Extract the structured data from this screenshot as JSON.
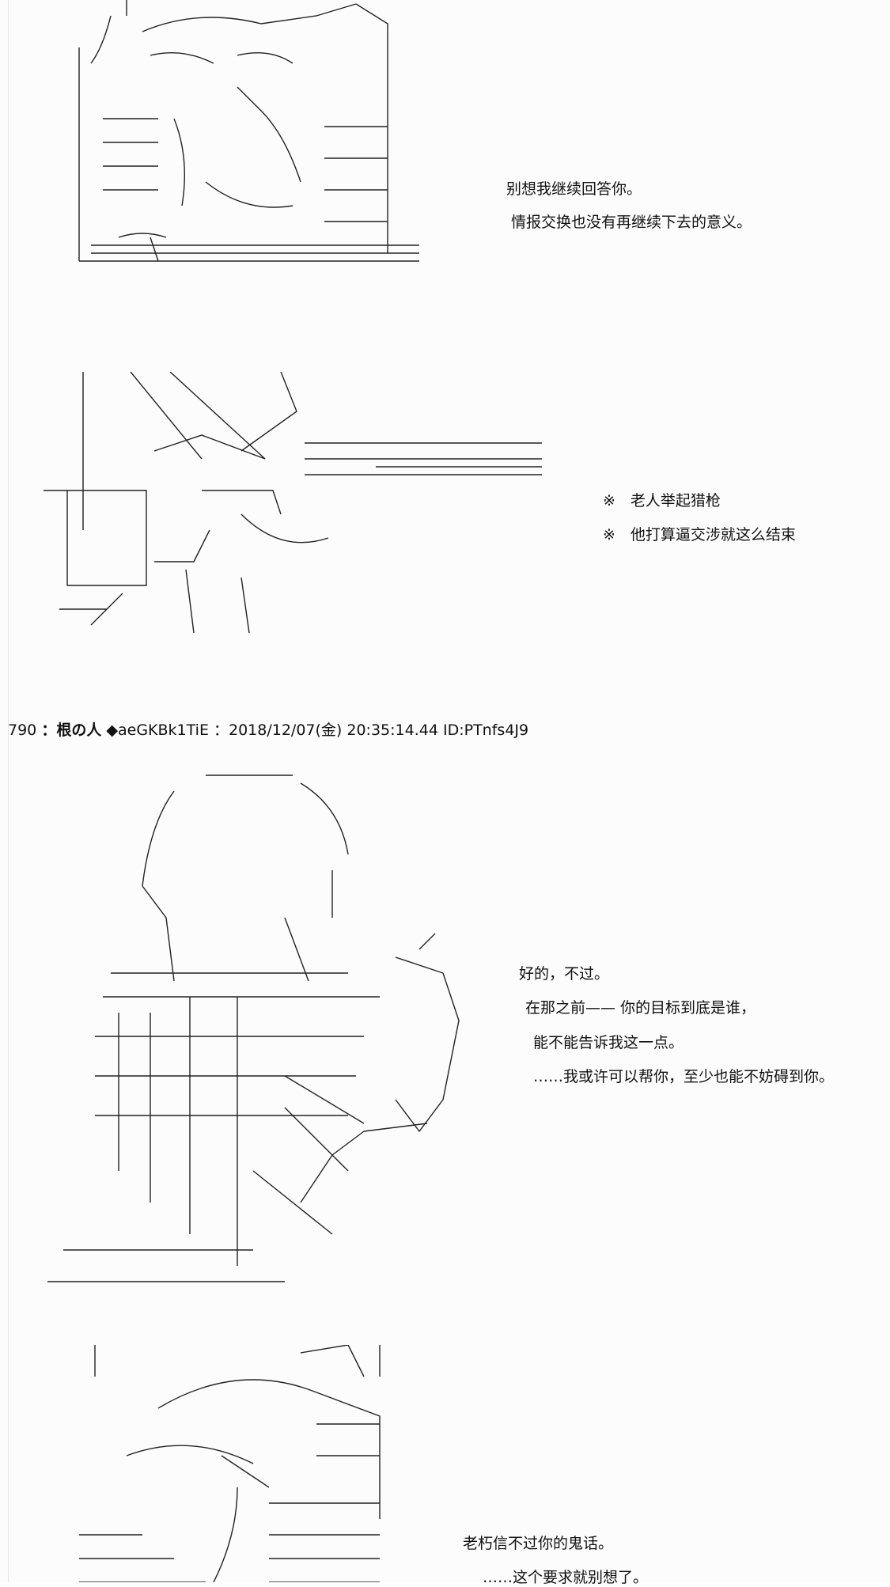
{
  "panels": [
    {
      "id": "panel-1",
      "lines": [
        "别想我继续回答你。",
        "情报交换也没有再继续下去的意义。"
      ]
    },
    {
      "id": "panel-2",
      "lines": [
        "※　老人举起猎枪",
        "※　他打算逼交涉就这么结束"
      ]
    },
    {
      "id": "panel-3",
      "lines": [
        "好的，不过。",
        "在那之前——  你的目标到底是谁，",
        "能不能告诉我这一点。",
        "……我或许可以帮你，至少也能不妨碍到你。"
      ]
    },
    {
      "id": "panel-4",
      "lines": [
        "老朽信不过你的鬼话。",
        "……这个要求就别想了。"
      ]
    }
  ],
  "post": {
    "number": "790",
    "name": "根の人",
    "trip": "◆aeGKBk1TiE",
    "datetime": "2018/12/07(金) 20:35:14.44",
    "id": "ID:PTnfs4J9"
  }
}
